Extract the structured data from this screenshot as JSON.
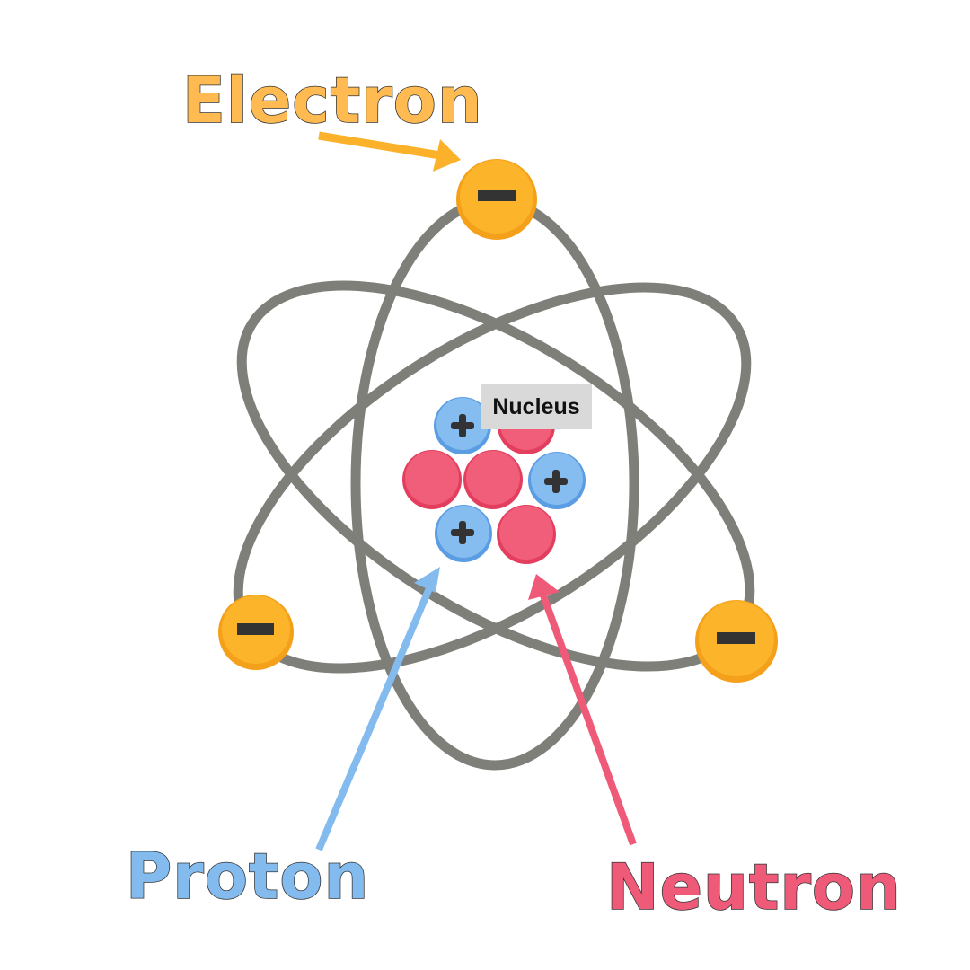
{
  "labels": {
    "electron": "Electron",
    "proton": "Proton",
    "neutron": "Neutron",
    "nucleus": "Nucleus"
  },
  "colors": {
    "electron": "#fbb22a",
    "electron_text": "#ffbb52",
    "proton": "#84bbee",
    "neutron": "#ee5a78",
    "orbit": "#7f7f7a",
    "nucleus_label_bg": "#d9d9d9"
  },
  "icons": {
    "electron_sign": "minus-icon",
    "proton_sign": "plus-icon"
  }
}
